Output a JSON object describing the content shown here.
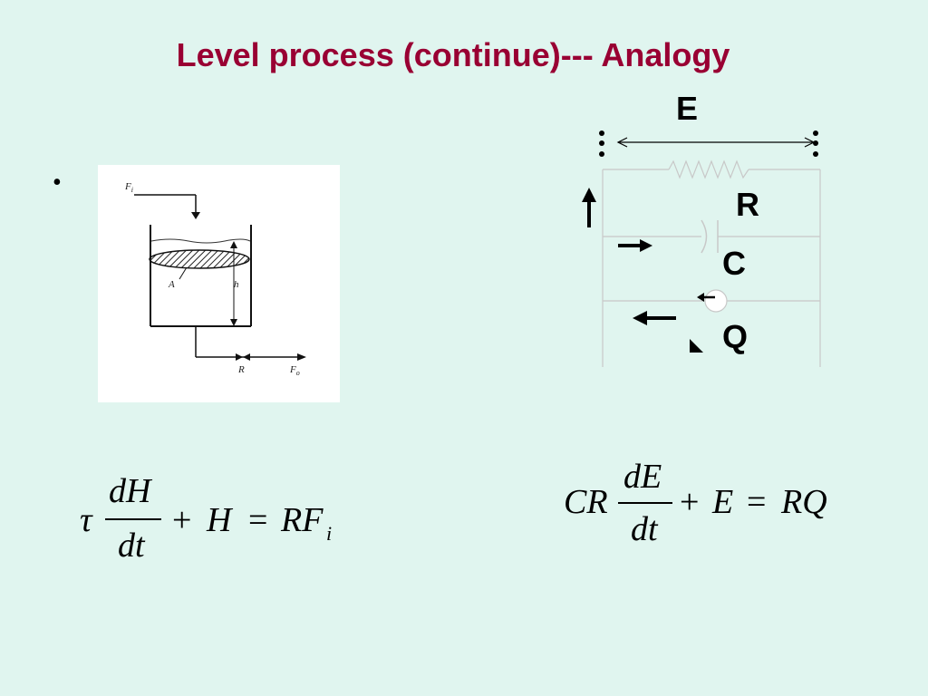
{
  "slide": {
    "title": "Level process (continue)--- Analogy",
    "bullet": "•"
  },
  "tank_figure": {
    "inflow_label": "F",
    "inflow_sub": "i",
    "area_label": "A",
    "height_label": "h",
    "resistance_label": "R",
    "outflow_label": "F",
    "outflow_sub": "o"
  },
  "circuit": {
    "voltage_label": "E",
    "resistor_label": "R",
    "capacitor_label": "C",
    "current_label": "Q"
  },
  "equations": {
    "level": {
      "tau": "τ",
      "numerator": "dH",
      "denominator": "dt",
      "plus": "+",
      "var": "H",
      "equals": "=",
      "rhs": "RF",
      "rhs_sub": "i"
    },
    "electric": {
      "coef": "CR",
      "numerator": "dE",
      "denominator": "dt",
      "plus": "+",
      "var": "E",
      "equals": "=",
      "rhs": "RQ"
    }
  },
  "colors": {
    "background": "#e0f5ef",
    "title": "#990033"
  }
}
